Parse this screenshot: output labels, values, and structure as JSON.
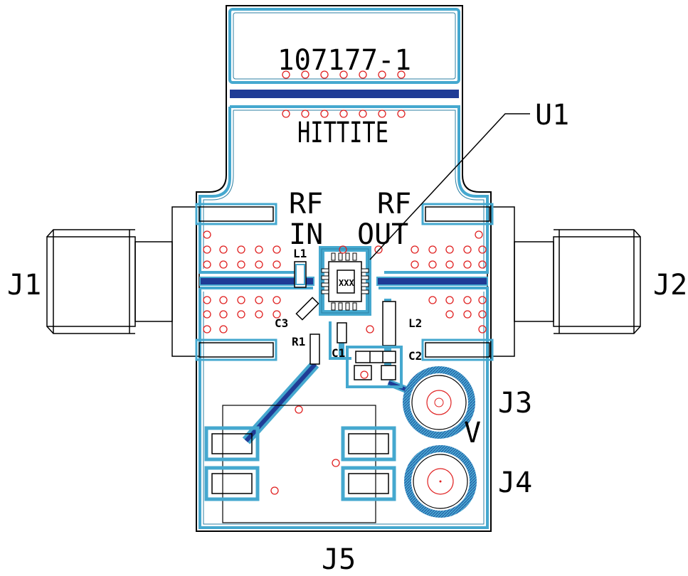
{
  "colors": {
    "trace": "#1f3c96",
    "copper": "#45a8cf",
    "copper_dark": "#2c7fa3",
    "via": "#e02020",
    "outline": "#000000",
    "background": "#ffffff"
  },
  "labels": {
    "part_number": "107177-1",
    "brand": "HITTITE",
    "u1": "U1",
    "rf_in_1": "RF",
    "rf_in_2": "IN",
    "rf_out_1": "RF",
    "rf_out_2": "OUT",
    "j1": "J1",
    "j2": "J2",
    "j3": "J3",
    "j4": "J4",
    "j5": "J5",
    "v": "V",
    "l1": "L1",
    "l2": "L2",
    "c1": "C1",
    "c2": "C2",
    "c3": "C3",
    "r1": "R1",
    "chip_mark": "XXX"
  }
}
